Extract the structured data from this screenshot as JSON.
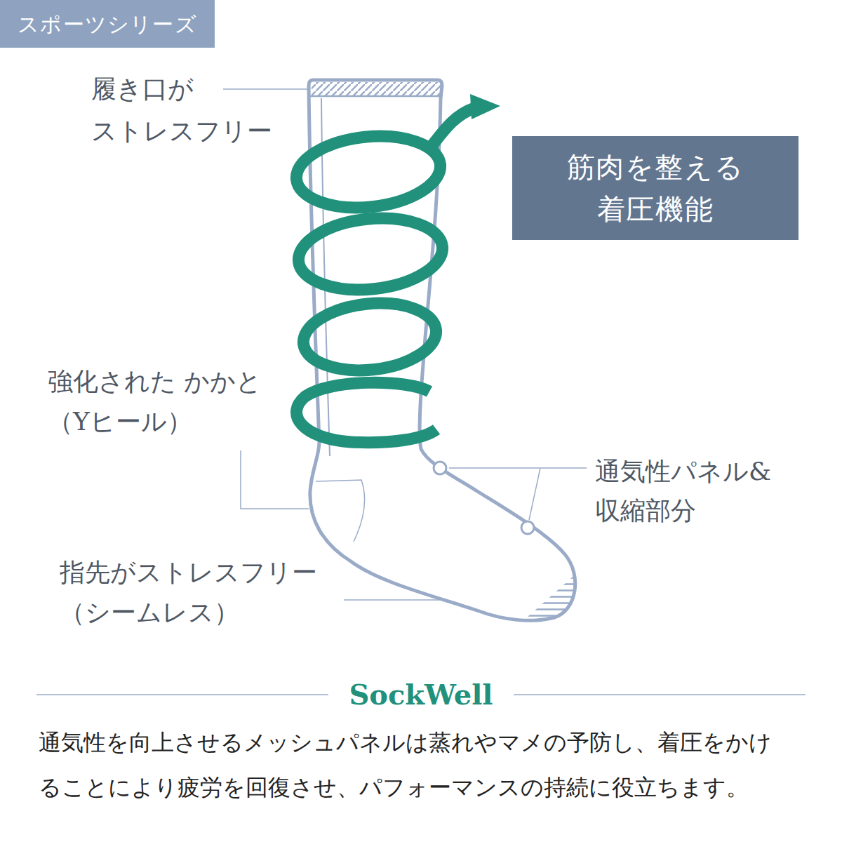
{
  "diagram": {
    "caption": "通気性を向上させるメッシュパネルは蒸れやマメの予防し、着圧をかけ ることにより疲労を回復させ、パフォーマンスの持続に役立ちます。",
    "nodes": [
      {
        "text": [
          "スポーツシリーズ"
        ]
      },
      {
        "text": [
          "筋肉を整える 着圧機能"
        ]
      }
    ],
    "labels": [
      "履き口が ストレスフリー",
      "強化された かかと（Yヒール）",
      "通気性パネル& 収縮部分",
      "指先がストレスフリー （シームレス）",
      "SockWell"
    ]
  }
}
